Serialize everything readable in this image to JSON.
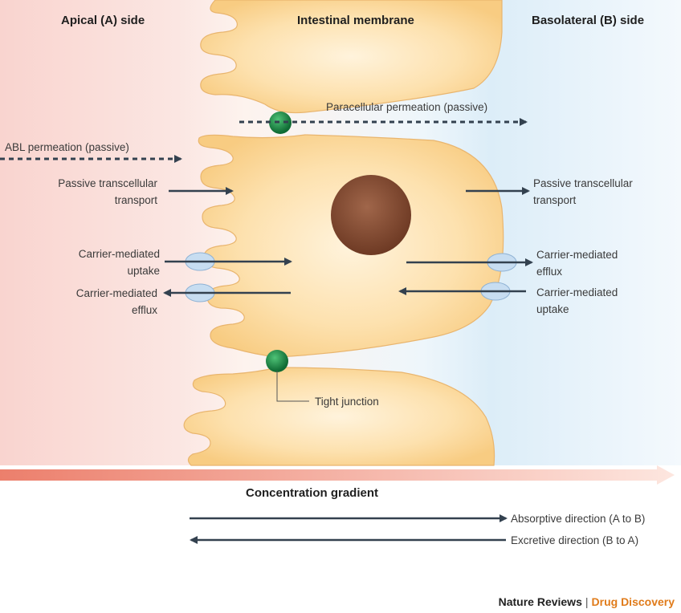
{
  "headers": {
    "apical": "Apical (A) side",
    "membrane": "Intestinal membrane",
    "basolateral": "Basolateral (B) side"
  },
  "labels": {
    "paracellular": "Paracellular permeation (passive)",
    "abl": "ABL permeation (passive)",
    "passive_left_1": "Passive transcellular",
    "passive_left_2": "transport",
    "passive_right_1": "Passive transcellular",
    "passive_right_2": "transport",
    "carrier_uptake_left_1": "Carrier-mediated",
    "carrier_uptake_left_2": "uptake",
    "carrier_efflux_left_1": "Carrier-mediated",
    "carrier_efflux_left_2": "efflux",
    "carrier_efflux_right_1": "Carrier-mediated",
    "carrier_efflux_right_2": "efflux",
    "carrier_uptake_right_1": "Carrier-mediated",
    "carrier_uptake_right_2": "uptake",
    "tight_junction": "Tight junction",
    "concentration_gradient": "Concentration gradient",
    "absorptive": "Absorptive direction (A to B)",
    "excretive": "Excretive direction (B to A)"
  },
  "footer": {
    "brand1": "Nature Reviews",
    "separator": "|",
    "brand2": "Drug Discovery"
  },
  "colors": {
    "apical_bg": "#f7c9c4",
    "basolateral_bg": "#d6ecf7",
    "cell_fill": "#fbd79a",
    "cell_stroke": "#e7b26a",
    "arrow": "#33414f",
    "junction": "#1e8a46",
    "carrier": "#bcd6ee",
    "nucleus": "#8a4f35",
    "gradient_arrow": "#ee8a78",
    "brand_accent": "#e07b1a"
  }
}
